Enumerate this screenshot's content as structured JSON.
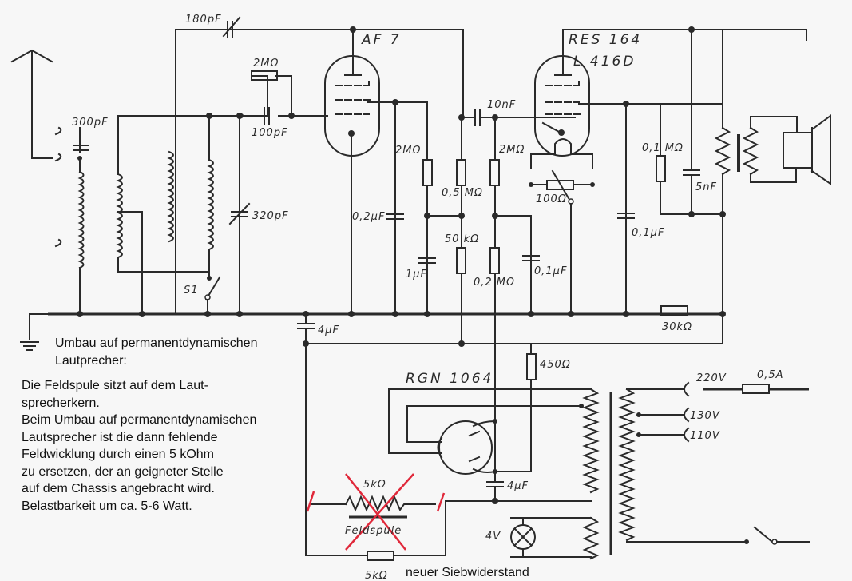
{
  "tubes": {
    "af7": "AF 7",
    "res164": "RES 164",
    "l416d": "L 416D",
    "rgn1064": "RGN 1064"
  },
  "components": {
    "c_180pf": "180pF",
    "c_300pf": "300pF",
    "r_2mohm_grid": "2MΩ",
    "c_100pf": "100pF",
    "c_320pf": "320pF",
    "switch_s1": "S1",
    "r_2mohm_a": "2MΩ",
    "c_0_2uf": "0,2µF",
    "r_0_5mohm": "0,5 MΩ",
    "r_50kohm": "50 kΩ",
    "c_1uf": "1µF",
    "c_10nf": "10nF",
    "r_2mohm_b": "2MΩ",
    "r_0_2mohm": "0,2 MΩ",
    "c_0_1uf_a": "0,1µF",
    "r_100ohm": "100Ω",
    "c_0_1uf_b": "0,1µF",
    "r_0_1mohm": "0,1 MΩ",
    "c_5nf": "5nF",
    "r_30kohm": "30kΩ",
    "c_4uf_a": "4µF",
    "r_450ohm": "450Ω",
    "c_4uf_b": "4µF",
    "v_220": "220V",
    "fuse_0_5a": "0,5A",
    "v_130": "130V",
    "v_110": "110V",
    "lamp_4v": "4V",
    "r_5kohm_field": "5kΩ",
    "field_coil": "Feldspule",
    "r_5kohm_new": "5kΩ"
  },
  "annotations": {
    "heading_line1": "Umbau auf permanentdynamischen",
    "heading_line2": "Lautprecher:",
    "body": "Die Feldspule sitzt auf dem Laut-\nsprecherkern.\nBeim Umbau auf permanentdynamischen\nLautsprecher ist die dann fehlende\nFeldwicklung durch einen 5 kOhm\nzu ersetzen, der an geigneter Stelle\nauf dem Chassis angebracht wird.\nBelastbarkeit um ca. 5-6 Watt.",
    "new_resistor_caption": "neuer Siebwiderstand"
  },
  "colors": {
    "ink": "#2a2a2a",
    "strike": "#e0283a",
    "paper": "#f7f7f7"
  }
}
